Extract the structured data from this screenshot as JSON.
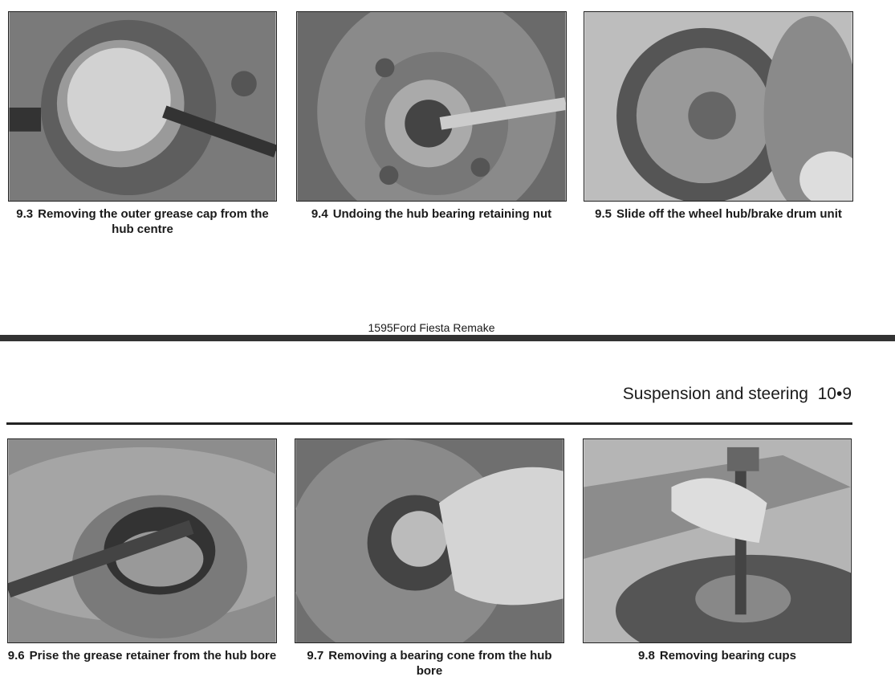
{
  "figures": [
    {
      "number": "9.3",
      "caption": "Removing the outer grease cap from the hub centre"
    },
    {
      "number": "9.4",
      "caption": "Undoing the hub bearing retaining nut"
    },
    {
      "number": "9.5",
      "caption": "Slide off the wheel hub/brake drum unit"
    },
    {
      "number": "9.6",
      "caption": "Prise the grease retainer from the hub bore"
    },
    {
      "number": "9.7",
      "caption": "Removing a bearing cone from the hub bore"
    },
    {
      "number": "9.8",
      "caption": "Removing bearing cups"
    }
  ],
  "footer": "1595Ford Fiesta Remake",
  "header": {
    "title": "Suspension and steering",
    "page": "10•9"
  }
}
